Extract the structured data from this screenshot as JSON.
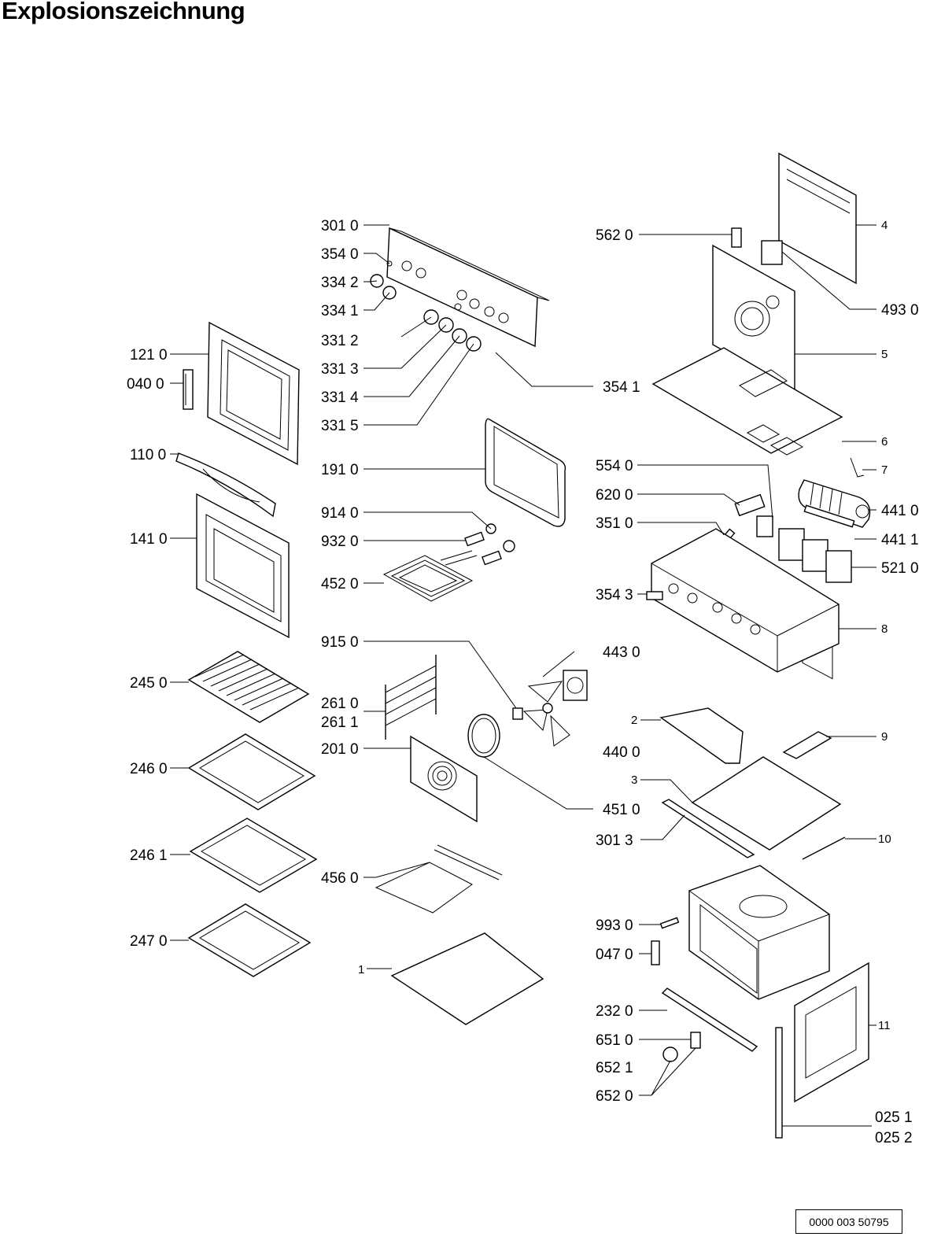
{
  "title": "Explosionszeichnung",
  "document_number": "0000 003 50795",
  "labels": {
    "l3010": "301 0",
    "l3540": "354 0",
    "l3342": "334 2",
    "l3341": "334 1",
    "l3312": "331 2",
    "l3313": "331 3",
    "l3314": "331 4",
    "l3315": "331 5",
    "l3541": "354 1",
    "l1210": "121 0",
    "l0400": "040 0",
    "l1100": "110 0",
    "l1410": "141 0",
    "l1910": "191 0",
    "l9140": "914 0",
    "l9320": "932 0",
    "l4520": "452 0",
    "l9150": "915 0",
    "l2450": "245 0",
    "l2610": "261 0",
    "l2611": "261 1",
    "l2010": "201 0",
    "l2460": "246 0",
    "l2461": "246 1",
    "l4560": "456 0",
    "l2470": "247 0",
    "l1": "1",
    "l5620": "562 0",
    "l4": "4",
    "l4930": "493 0",
    "l5": "5",
    "l6": "6",
    "l7": "7",
    "l5540": "554 0",
    "l6200": "620 0",
    "l3510": "351 0",
    "l4410": "441 0",
    "l4411": "441 1",
    "l5210": "521 0",
    "l3543": "354 3",
    "l8": "8",
    "l4430": "443 0",
    "l2": "2",
    "l9": "9",
    "l4400": "440 0",
    "l3": "3",
    "l4510": "451 0",
    "l3013": "301 3",
    "l10": "10",
    "l9930": "993 0",
    "l0470": "047 0",
    "l2320": "232 0",
    "l11": "11",
    "l6510": "651 0",
    "l6521": "652 1",
    "l6520": "652 0",
    "l0251": "025 1",
    "l0252": "025 2"
  }
}
